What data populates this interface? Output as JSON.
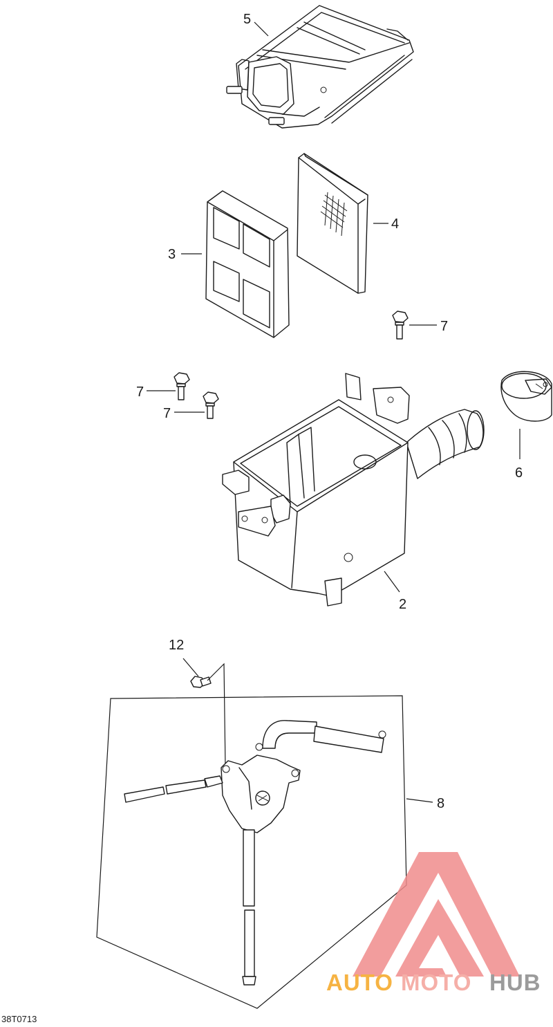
{
  "callouts": {
    "c5": "5",
    "c4": "4",
    "c3": "3",
    "c7a": "7",
    "c7b": "7",
    "c7c": "7",
    "c6": "6",
    "c2": "2",
    "c12": "12",
    "c8": "8"
  },
  "diagram_code": "38T0713",
  "watermark": {
    "part1": "AUTO",
    "part2": "MOTO",
    "part3": "HUB",
    "colors": {
      "logo": "#f08c8c",
      "auto": "#f5a623",
      "moto": "#f4a29a",
      "hub": "#8a8a8a"
    }
  }
}
